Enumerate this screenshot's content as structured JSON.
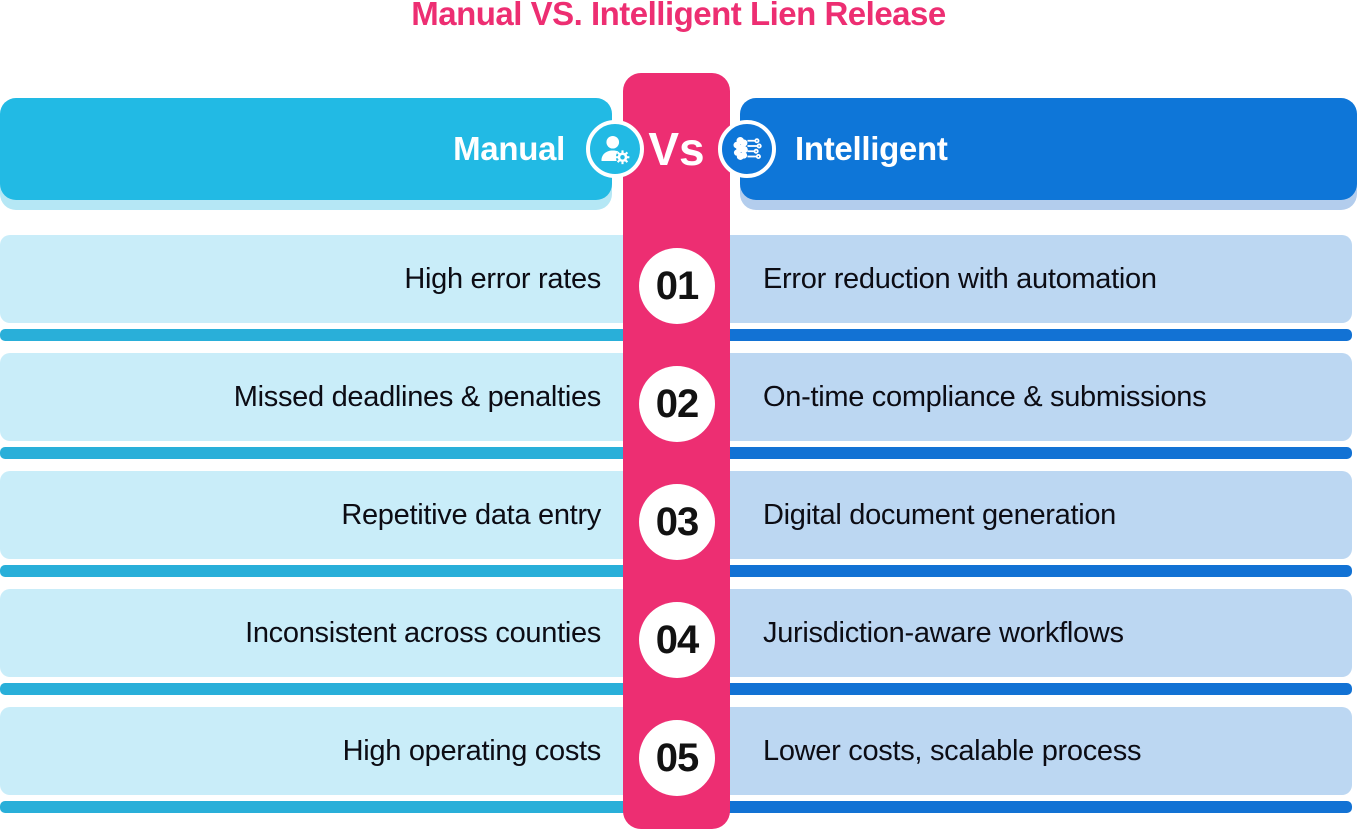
{
  "title": "Manual VS. Intelligent Lien Release",
  "header": {
    "left_label": "Manual",
    "vs_label": "Vs",
    "right_label": "Intelligent",
    "left_icon": "user-gear-icon",
    "right_icon": "ai-brain-icon"
  },
  "rows": [
    {
      "num": "01",
      "manual": "High error rates",
      "intelligent": "Error reduction with automation"
    },
    {
      "num": "02",
      "manual": "Missed deadlines & penalties",
      "intelligent": "On-time compliance & submissions"
    },
    {
      "num": "03",
      "manual": "Repetitive data entry",
      "intelligent": "Digital document generation"
    },
    {
      "num": "04",
      "manual": "Inconsistent across counties",
      "intelligent": "Jurisdiction-aware workflows"
    },
    {
      "num": "05",
      "manual": "High operating costs",
      "intelligent": "Lower costs, scalable process"
    }
  ],
  "chart_data": {
    "type": "table",
    "title": "Manual VS. Intelligent Lien Release",
    "columns": [
      "Manual",
      "Intelligent"
    ],
    "categories": [
      "01",
      "02",
      "03",
      "04",
      "05"
    ],
    "series": [
      {
        "name": "Manual",
        "values": [
          "High error rates",
          "Missed deadlines & penalties",
          "Repetitive data entry",
          "Inconsistent across counties",
          "High operating costs"
        ]
      },
      {
        "name": "Intelligent",
        "values": [
          "Error reduction with automation",
          "On-time compliance & submissions",
          "Digital document generation",
          "Jurisdiction-aware workflows",
          "Lower costs, scalable process"
        ]
      }
    ],
    "legend_position": "top"
  },
  "colors": {
    "accent_pink": "#ED2E72",
    "manual_header": "#22BAE4",
    "manual_header_shadow": "#B5E7F5",
    "manual_row": "#C9EDF9",
    "manual_accent": "#29AFD9",
    "intelligent_header": "#0E76D8",
    "intelligent_header_shadow": "#B3CDED",
    "intelligent_row": "#BCD7F2",
    "intelligent_accent": "#1272D4",
    "text_dark": "#0C0C14",
    "text_white": "#FFFFFF"
  },
  "layout": {
    "row_top_start": 235,
    "row_pitch": 118
  }
}
